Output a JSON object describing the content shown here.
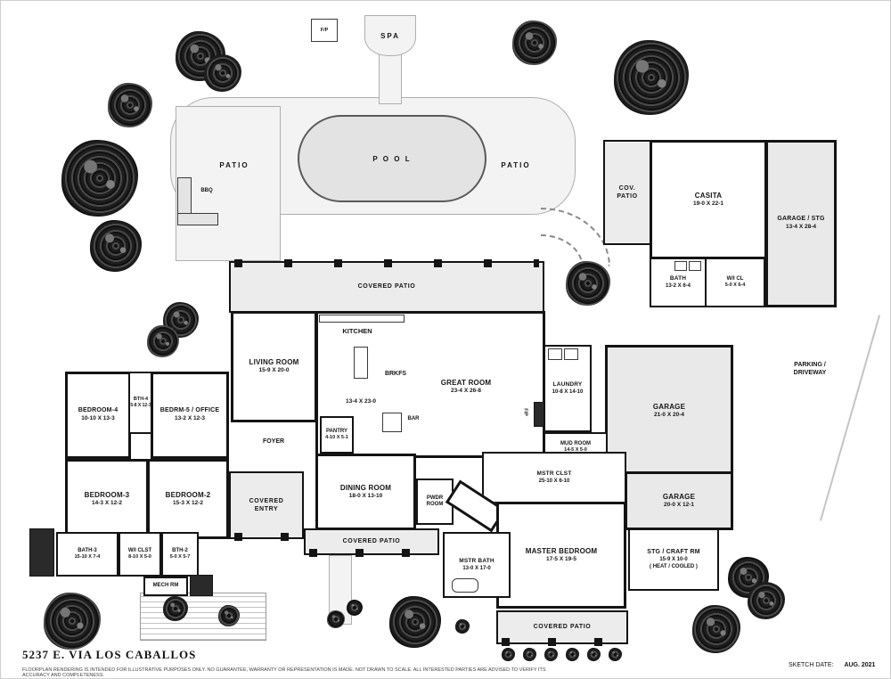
{
  "title": "5237 E. VIA LOS CABALLOS",
  "footer": {
    "disclaimer": "FLOORPLAN RENDERING IS INTENDED FOR ILLUSTRATIVE PURPOSES ONLY.  NO GUARANTEE, WARRANTY OR REPRESENTATION IS MADE.  NOT DRAWN TO SCALE.  ALL INTERESTED PARTIES ARE ADVISED TO VERIFY ITS ACCURACY AND COMPLETENESS.",
    "sketch_date_label": "SKETCH DATE:",
    "sketch_date": "AUG. 2021"
  },
  "outdoor": {
    "pool": "P O O L",
    "spa": "SPA",
    "fp": "F/P",
    "patio": "PATIO",
    "bbq": "BBQ",
    "covered_patio": "COVERED PATIO",
    "cov_patio": "COV. PATIO",
    "covered_entry": "COVERED ENTRY",
    "parking1": "PARKING /",
    "parking2": "DRIVEWAY"
  },
  "rooms": {
    "casita": {
      "name": "CASITA",
      "dims": "19-0 X 22-1"
    },
    "garage_stg": {
      "name": "GARAGE / STG",
      "dims": "13-4 X 28-4"
    },
    "casita_bath": {
      "name": "BATH",
      "dims": "13-2 X 6-4"
    },
    "casita_wicl": {
      "name": "W/I CL",
      "dims": "5-0 X 6-4"
    },
    "living": {
      "name": "LIVING ROOM",
      "dims": "15-9 X 20-0"
    },
    "kitchen": {
      "name": "KITCHEN",
      "dims": "13-4 X 23-0"
    },
    "brkfs": {
      "name": "BRKFS"
    },
    "great": {
      "name": "GREAT ROOM",
      "dims": "23-4 X 26-8"
    },
    "laundry": {
      "name": "LAUNDRY",
      "dims": "10-8 X 14-10"
    },
    "garage_main": {
      "name": "GARAGE",
      "dims": "21-0 X 20-4"
    },
    "bedroom4": {
      "name": "BEDROOM-4",
      "dims": "10-10 X 13-3"
    },
    "bth4": {
      "name": "BTH-4",
      "dims": "5-8 X 12-3"
    },
    "bedrm5": {
      "name": "BEDRM-5 / OFFICE",
      "dims": "13-2 X 12-3"
    },
    "pantry": {
      "name": "PANTRY",
      "dims": "4-10 X 5-1"
    },
    "bar": {
      "name": "BAR"
    },
    "foyer": {
      "name": "FOYER"
    },
    "fp_great": {
      "name": "F/P"
    },
    "mud": {
      "name": "MUD ROOM",
      "dims": "14-5 X 5-0"
    },
    "mstr_clst": {
      "name": "MSTR CLST",
      "dims": "25-10 X 6-10"
    },
    "garage2": {
      "name": "GARAGE",
      "dims": "20-0 X 12-1"
    },
    "bedroom3": {
      "name": "BEDROOM-3",
      "dims": "14-3 X 12-2"
    },
    "bedroom2": {
      "name": "BEDROOM-2",
      "dims": "15-3 X 12-2"
    },
    "dining": {
      "name": "DINING ROOM",
      "dims": "18-0 X 13-10"
    },
    "pwdr": {
      "name": "PWDR ROOM"
    },
    "bath3": {
      "name": "BATH-3",
      "dims": "15-10 X 7-4"
    },
    "wiclst": {
      "name": "W/I CLST",
      "dims": "8-10 X 5-0"
    },
    "bth2": {
      "name": "BTH-2",
      "dims": "5-0 X 5-7"
    },
    "mech": {
      "name": "MECH RM"
    },
    "mstr_bath": {
      "name": "MSTR BATH",
      "dims": "13-0 X 17-0"
    },
    "master": {
      "name": "MASTER BEDROOM",
      "dims": "17-5 X 19-5"
    },
    "stg_craft": {
      "name": "STG / CRAFT RM",
      "dims": "15-9 X 10-0",
      "note": "( HEAT / COOLED )"
    }
  }
}
